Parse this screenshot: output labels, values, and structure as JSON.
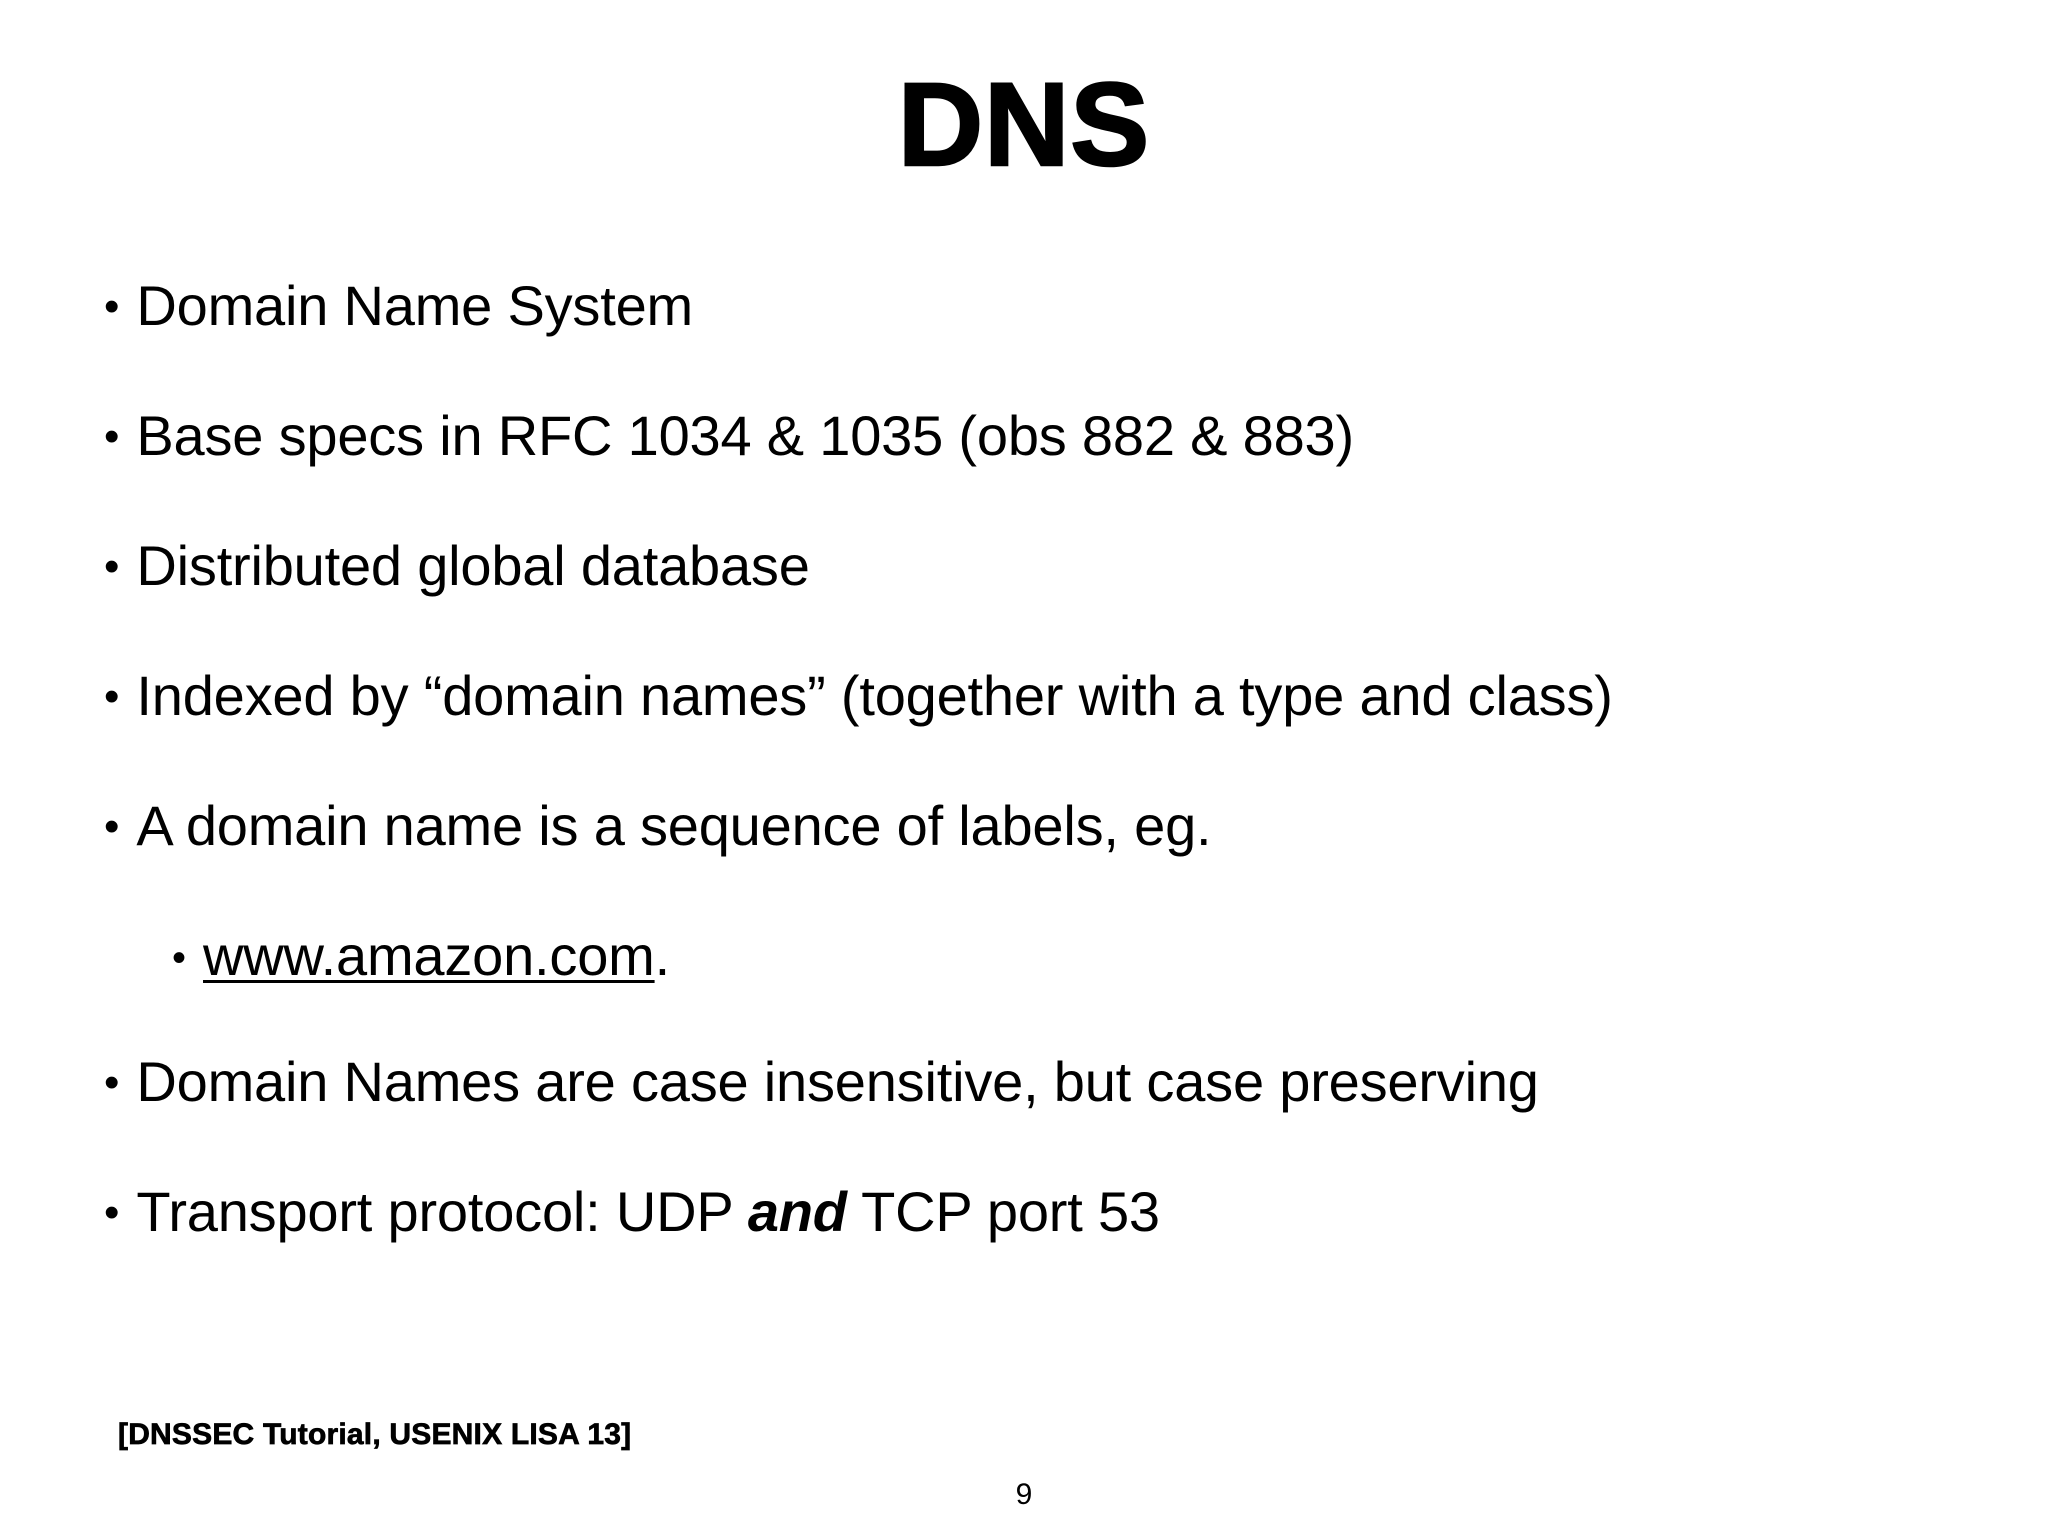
{
  "slide": {
    "title": "DNS",
    "background_color": "#ffffff",
    "text_color": "#000000",
    "bullet_glyph": "•",
    "bullets": [
      {
        "level": 1,
        "text": "Domain Name System"
      },
      {
        "level": 1,
        "text": "Base specs in RFC 1034 & 1035 (obs 882 & 883)"
      },
      {
        "level": 1,
        "text": "Distributed global database"
      },
      {
        "level": 1,
        "text": "Indexed by “domain names” (together with a type and class)"
      },
      {
        "level": 1,
        "text": "A domain name is a sequence of labels, eg."
      },
      {
        "level": 2,
        "link_text": "www.amazon.com",
        "trailing_text": "."
      },
      {
        "level": 1,
        "text": "Domain Names are case insensitive, but case preserving"
      },
      {
        "level": 1,
        "prefix_text": "Transport protocol: UDP ",
        "emphasis_text": "and",
        "suffix_text": " TCP port 53"
      }
    ],
    "footnote": "[DNSSEC Tutorial, USENIX LISA 13]",
    "page_number": "9"
  }
}
